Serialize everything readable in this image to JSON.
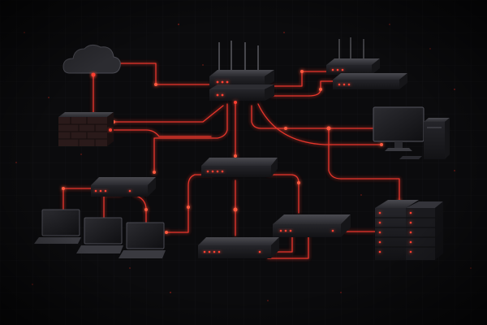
{
  "palette": {
    "background": "#0b0b0d",
    "grid": "#1a1a1f",
    "link": "#ff3b2f",
    "glow": "#ff2a1a",
    "device_top": "#3a3a3f",
    "device_front": "#1c1c20",
    "screen": "#151518"
  },
  "nodes": [
    {
      "id": "cloud",
      "type": "cloud-icon"
    },
    {
      "id": "firewall",
      "type": "firewall-icon"
    },
    {
      "id": "core-router",
      "type": "router-icon"
    },
    {
      "id": "wifi-router-1",
      "type": "wifi-router-icon"
    },
    {
      "id": "wifi-router-2",
      "type": "wifi-router-icon"
    },
    {
      "id": "workstation",
      "type": "desktop-computer-icon"
    },
    {
      "id": "switch-center",
      "type": "switch-icon"
    },
    {
      "id": "switch-left",
      "type": "switch-icon"
    },
    {
      "id": "switch-bottom",
      "type": "switch-icon"
    },
    {
      "id": "switch-right",
      "type": "switch-icon"
    },
    {
      "id": "laptop-1",
      "type": "laptop-icon"
    },
    {
      "id": "laptop-2",
      "type": "laptop-icon"
    },
    {
      "id": "laptop-3",
      "type": "laptop-icon"
    },
    {
      "id": "server-rack",
      "type": "server-rack-icon"
    }
  ],
  "links": [
    [
      "cloud",
      "core-router"
    ],
    [
      "cloud",
      "firewall"
    ],
    [
      "firewall",
      "core-router"
    ],
    [
      "core-router",
      "wifi-router-1"
    ],
    [
      "core-router",
      "wifi-router-2"
    ],
    [
      "core-router",
      "workstation"
    ],
    [
      "core-router",
      "switch-center"
    ],
    [
      "switch-center",
      "switch-left"
    ],
    [
      "switch-center",
      "switch-bottom"
    ],
    [
      "switch-center",
      "switch-right"
    ],
    [
      "switch-left",
      "laptop-1"
    ],
    [
      "switch-left",
      "laptop-2"
    ],
    [
      "switch-left",
      "laptop-3"
    ],
    [
      "switch-right",
      "server-rack"
    ]
  ]
}
